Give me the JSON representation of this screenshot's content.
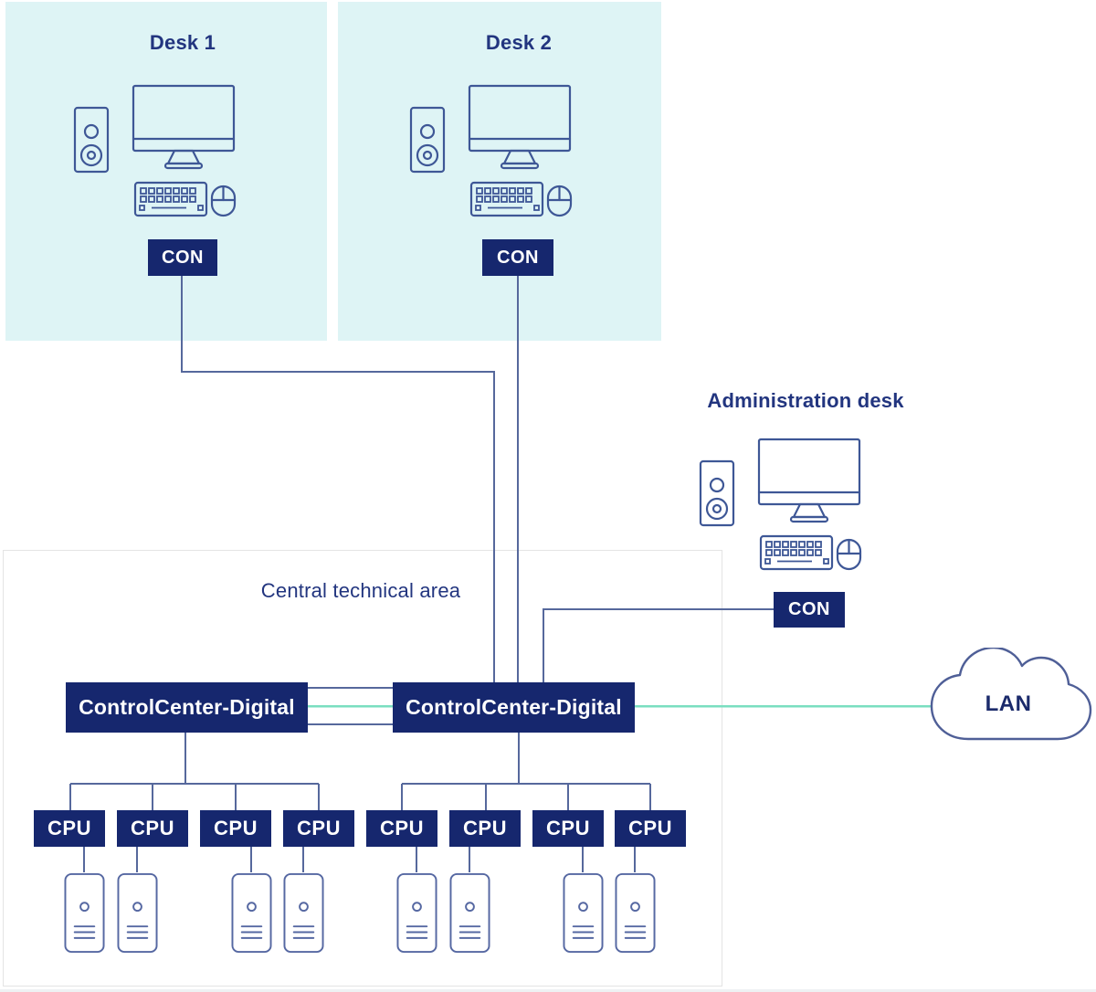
{
  "colors": {
    "page-bg": "#ffffff",
    "panel-bg": "#def4f5",
    "navy": "#16276e",
    "title-blue": "#22357f",
    "line-blue": "#56689c",
    "icon-blue": "#3e5796",
    "server-blue": "#5668a2",
    "green": "#7adec0",
    "area-border": "#e4e4e4",
    "white": "#ffffff"
  },
  "desks": [
    {
      "title": "Desk 1",
      "con_label": "CON"
    },
    {
      "title": "Desk 2",
      "con_label": "CON"
    }
  ],
  "admin_desk": {
    "title": "Administration desk",
    "con_label": "CON"
  },
  "central_area": {
    "title": "Central technical area",
    "controllers": [
      {
        "label": "ControlCenter-Digital"
      },
      {
        "label": "ControlCenter-Digital"
      }
    ],
    "cpus": [
      {
        "label": "CPU"
      },
      {
        "label": "CPU"
      },
      {
        "label": "CPU"
      },
      {
        "label": "CPU"
      },
      {
        "label": "CPU"
      },
      {
        "label": "CPU"
      },
      {
        "label": "CPU"
      },
      {
        "label": "CPU"
      }
    ]
  },
  "lan": {
    "label": "LAN"
  }
}
